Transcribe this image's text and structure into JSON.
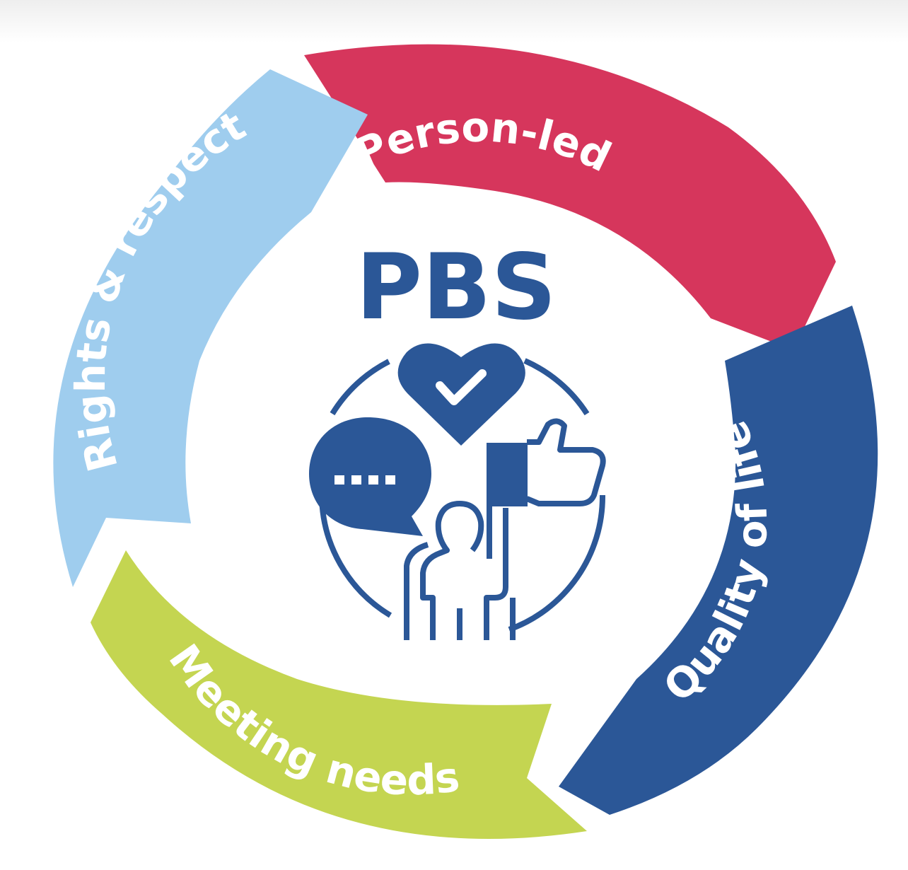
{
  "center": {
    "title": "PBS",
    "color": "#2b5797"
  },
  "segments": [
    {
      "id": "person-led",
      "label": "Person-led",
      "color": "#d6365c"
    },
    {
      "id": "quality-of-life",
      "label": "Quality of life",
      "color": "#2b5797"
    },
    {
      "id": "meeting-needs",
      "label": "Meeting needs",
      "color": "#c4d551"
    },
    {
      "id": "rights-respect",
      "label": "Rights & respect",
      "color": "#9fcdee"
    }
  ]
}
